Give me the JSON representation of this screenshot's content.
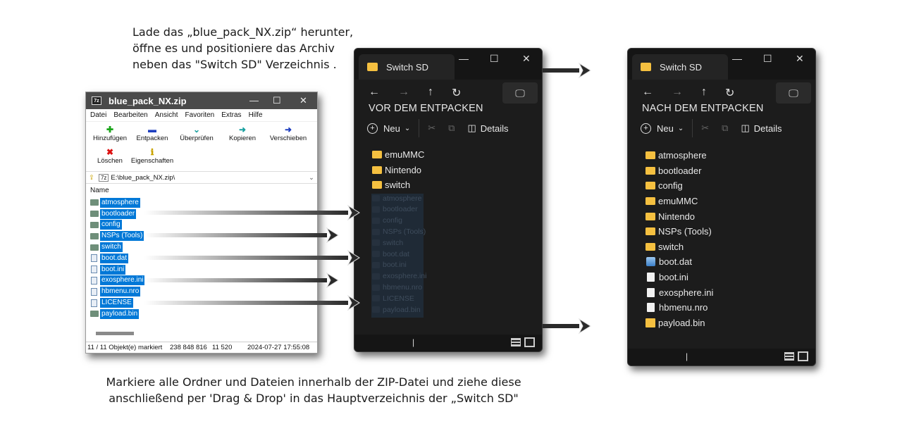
{
  "captions": {
    "top": "Lade das „blue_pack_NX.zip“ herunter, öffne es und positioniere das Archiv neben das \"Switch SD\" Verzeichnis .",
    "bottom": "Markiere alle Ordner und Dateien innerhalb der ZIP-Datei und ziehe diese anschließend per 'Drag & Drop' in das Hauptverzeichnis der „Switch SD\""
  },
  "zip": {
    "title": "blue_pack_NX.zip",
    "app_icon_text": "7z",
    "menu": [
      "Datei",
      "Bearbeiten",
      "Ansicht",
      "Favoriten",
      "Extras",
      "Hilfe"
    ],
    "toolbar": [
      "Hinzufügen",
      "Entpacken",
      "Überprüfen",
      "Kopieren",
      "Verschieben",
      "Löschen",
      "Eigenschaften"
    ],
    "path_box": "7z",
    "path": "E:\\blue_pack_NX.zip\\",
    "column_header": "Name",
    "items": [
      {
        "name": "atmosphere",
        "kind": "folder"
      },
      {
        "name": "bootloader",
        "kind": "folder"
      },
      {
        "name": "config",
        "kind": "folder"
      },
      {
        "name": "NSPs (Tools)",
        "kind": "folder"
      },
      {
        "name": "switch",
        "kind": "folder"
      },
      {
        "name": "boot.dat",
        "kind": "file"
      },
      {
        "name": "boot.ini",
        "kind": "file"
      },
      {
        "name": "exosphere.ini",
        "kind": "file"
      },
      {
        "name": "hbmenu.nro",
        "kind": "file"
      },
      {
        "name": "LICENSE",
        "kind": "file"
      },
      {
        "name": "payload.bin",
        "kind": "folder"
      }
    ],
    "status": {
      "selected": "11 / 11 Objekt(e) markiert",
      "size": "238 848 816",
      "packed": "11 520",
      "date": "2024-07-27 17:55:08"
    }
  },
  "explorer_before": {
    "tab_title": "Switch SD",
    "label": "VOR DEM ENTPACKEN",
    "cmd_new": "Neu",
    "cmd_details": "Details",
    "items": [
      "emuMMC",
      "Nintendo",
      "switch"
    ],
    "ghost_items": [
      "atmosphere",
      "bootloader",
      "config",
      "NSPs (Tools)",
      "switch",
      "boot.dat",
      "boot.ini",
      "exosphere.ini",
      "hbmenu.nro",
      "LICENSE",
      "payload.bin"
    ]
  },
  "explorer_after": {
    "tab_title": "Switch SD",
    "label": "NACH DEM ENTPACKEN",
    "cmd_new": "Neu",
    "cmd_details": "Details",
    "items": [
      {
        "name": "atmosphere",
        "kind": "folder"
      },
      {
        "name": "bootloader",
        "kind": "folder"
      },
      {
        "name": "config",
        "kind": "folder"
      },
      {
        "name": "emuMMC",
        "kind": "folder"
      },
      {
        "name": "Nintendo",
        "kind": "folder"
      },
      {
        "name": "NSPs (Tools)",
        "kind": "folder"
      },
      {
        "name": "switch",
        "kind": "folder"
      },
      {
        "name": "boot.dat",
        "kind": "dat"
      },
      {
        "name": "boot.ini",
        "kind": "file"
      },
      {
        "name": "exosphere.ini",
        "kind": "file"
      },
      {
        "name": "hbmenu.nro",
        "kind": "file"
      },
      {
        "name": "payload.bin",
        "kind": "bin"
      }
    ]
  }
}
